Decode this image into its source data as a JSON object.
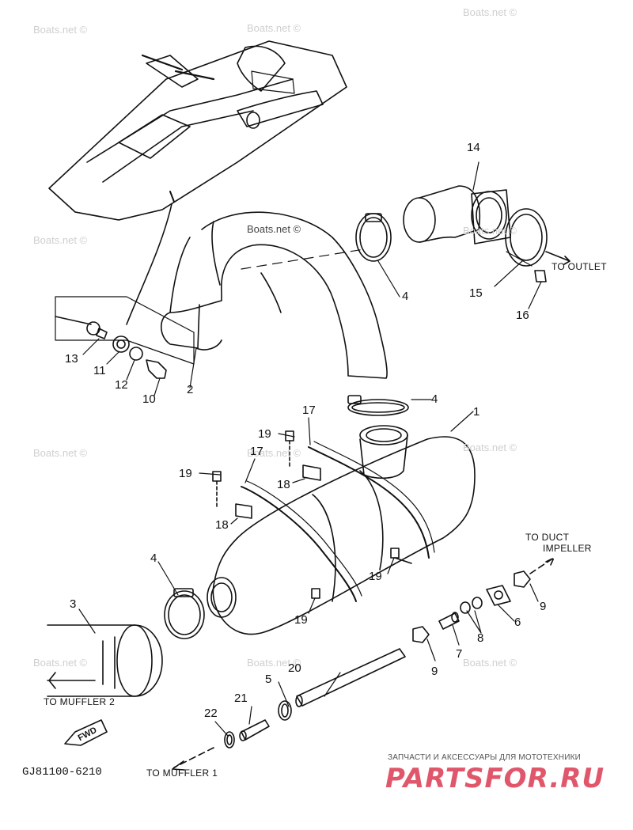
{
  "watermarks": {
    "text": "Boats.net ©",
    "copies": [
      "Boats.net ©",
      "Boats.net ©",
      "Boats.net ©",
      "Boats.net ©",
      "Boats.net ©",
      "Boats.net ©",
      "Boats.net ©",
      "Boats.net ©",
      "Boats.net ©",
      "Boats.net ©",
      "Boats.net ©",
      "Boats.net ©"
    ]
  },
  "callouts": [
    "1",
    "2",
    "3",
    "4",
    "4",
    "4",
    "5",
    "6",
    "7",
    "8",
    "9",
    "9",
    "10",
    "11",
    "12",
    "13",
    "14",
    "15",
    "16",
    "17",
    "17",
    "18",
    "18",
    "19",
    "19",
    "19",
    "19",
    "20",
    "21",
    "22"
  ],
  "routing_labels": {
    "to_outlet": "TO OUTLET",
    "to_duct_line1": "TO DUCT",
    "to_duct_line2": "IMPELLER",
    "to_muffler_2": "TO MUFFLER 2",
    "to_muffler_1": "TO MUFFLER 1"
  },
  "fwd_label": "FWD",
  "diagram_code": "GJ81100-6210",
  "branding": {
    "tagline": "ЗАПЧАСТИ И АКСЕССУАРЫ ДЛЯ МОТОТЕХНИКИ",
    "logo_text": "PARTSFOR.RU",
    "logo_color": "#e0566b",
    "watermark_color": "#cfcfcf",
    "line_color": "#111111"
  }
}
